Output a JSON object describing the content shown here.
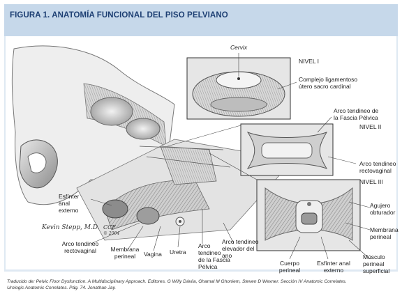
{
  "figure": {
    "title": "FIGURA 1. ANATOMÍA FUNCIONAL DEL PISO PELVIANO"
  },
  "labels": {
    "cervix": "Cervix",
    "nivel1": "NIVEL I",
    "complejo": "Complejo ligamentoso\nútero sacro cardinal",
    "arco_fascia_pelvica": "Arco tendineo de\nla Fascia Pélvica",
    "nivel2": "NIVEL II",
    "arco_rectovaginal_right": "Arco tendineo\nrectovaginal",
    "nivel3": "NIVEL III",
    "agujero": "Agujero\nobturador",
    "membrana_right": "Membrana\nperineal",
    "musculo": "Músculo\nperineal\nsuperficial",
    "esfinter_externo_top": "Esfínter\nanal\nexterno",
    "arco_rectovaginal_left": "Arco tendineo\nrectovaginal",
    "membrana_bottom": "Membrana\nperineal",
    "vagina": "Vagina",
    "uretra": "Uretra",
    "arco_fascia_bottom": "Arco\ntendineo\nde la Fascia\nPélvica",
    "arco_elevador": "Arco tendineo\nelevador del\nano",
    "cuerpo_perineal": "Cuerpo\nperineal",
    "esfinter_externo_bottom": "Esfínter anal\nexterno"
  },
  "signature": {
    "artist": "Kevin Stepp, M.D.",
    "mark": "CCF",
    "year": "© 2004"
  },
  "caption": {
    "line1": "Traducido de: Pelvic Floor Dysfunction. A Multidisciplinary Approach. Editores. G Willy  Dávila, Ghamal M Ghoniem, Steven D Wexner. Sección IV Anatomic Correlates.",
    "line2": "Urologic Anatomic Correlates. Pág. 74. Jonathan Jay."
  },
  "colors": {
    "header_band": "#c6d8ea",
    "title_text": "#1d3f73",
    "frame": "#dfe9f3"
  }
}
